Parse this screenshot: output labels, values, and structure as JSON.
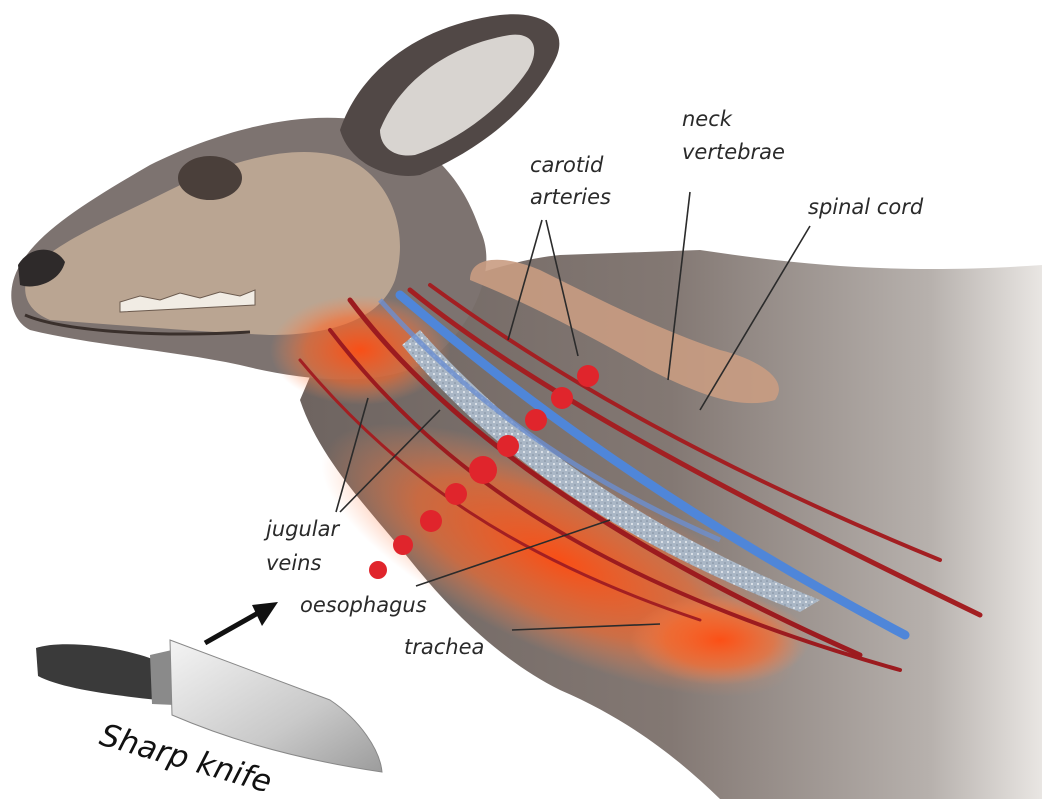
{
  "diagram": {
    "labels": {
      "carotid_line1": "carotid",
      "carotid_line2": "arteries",
      "neck_line1": "neck",
      "neck_line2": "vertebrae",
      "spinal_cord": "spinal cord",
      "jugular_line1": "jugular",
      "jugular_line2": "veins",
      "oesophagus": "oesophagus",
      "trachea": "trachea",
      "knife": "Sharp knife"
    },
    "colors": {
      "hide": "#857a74",
      "hide_dark": "#5b5250",
      "skull": "#cfb59e",
      "ear_inner": "#d8d4d0",
      "artery": "#a31f22",
      "vein_glow": "#ff5a1e",
      "vertebrae": "#c99c82",
      "spinal_blue": "#4f86d9",
      "cut_marker": "#e0252c",
      "knife_blade": "#d9d9d9",
      "knife_handle": "#3a3a3a"
    },
    "icons": {
      "arrow": "black-up-right-arrow",
      "knife": "kitchen-knife"
    }
  }
}
